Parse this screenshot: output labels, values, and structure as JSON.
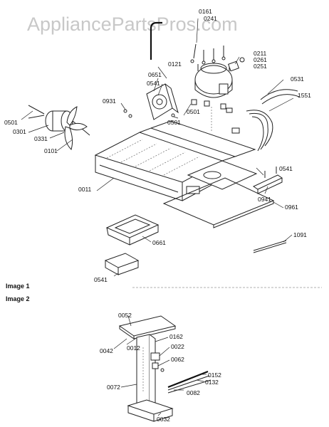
{
  "watermark": "AppliancePartsPros.com",
  "image1_label": "Image 1",
  "image2_label": "Image 2",
  "labels": {
    "p0161": "0161",
    "p0241": "0241",
    "p0121": "0121",
    "p0211": "0211",
    "p0261": "0261",
    "p0251": "0251",
    "p0651": "0651",
    "p0541a": "0541",
    "p0531": "0531",
    "p1551": "1551",
    "p0931": "0931",
    "p0501a": "0501",
    "p0501b": "0501",
    "p0501c": "0501",
    "p0301": "0301",
    "p0331": "0331",
    "p0101": "0101",
    "p0011": "0011",
    "p0541b": "0541",
    "p0941": "0941",
    "p0961": "0961",
    "p0661": "0661",
    "p1091": "1091",
    "p0541c": "0541",
    "p0052": "0052",
    "p0042": "0042",
    "p0012": "0012",
    "p0162": "0162",
    "p0022": "0022",
    "p0062": "0062",
    "p0152": "0152",
    "p0132": "0132",
    "p0072": "0072",
    "p0082": "0082",
    "p0032": "0032"
  }
}
